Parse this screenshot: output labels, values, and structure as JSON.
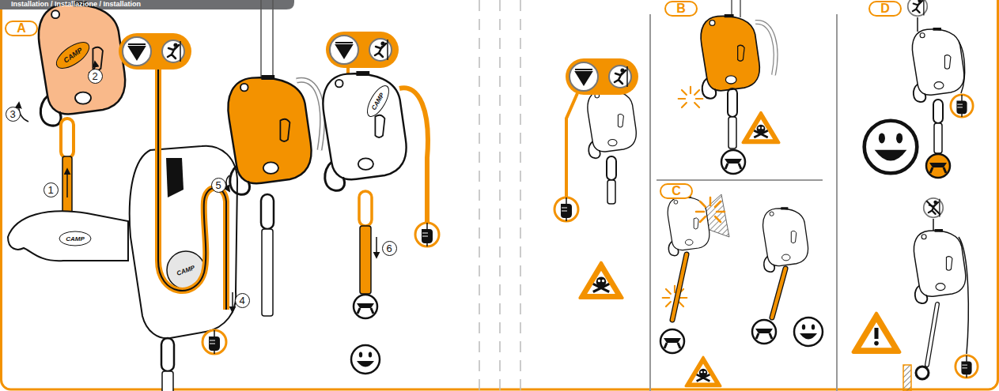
{
  "diagram": {
    "title": "Installation / Installazione / Installation",
    "nodes": [
      {
        "text": [
          "A"
        ]
      },
      {
        "text": [
          "2"
        ]
      },
      {
        "text": [
          "3"
        ]
      },
      {
        "text": [
          "1"
        ]
      },
      {
        "text": [
          "4"
        ]
      },
      {
        "text": [
          "5"
        ]
      },
      {
        "text": [
          "6"
        ]
      },
      {
        "text": [
          "B"
        ]
      },
      {
        "text": [
          "C"
        ]
      },
      {
        "text": [
          "D"
        ]
      }
    ],
    "labels": [
      "CAMP",
      "CAMP",
      "CAMP",
      "CAMP"
    ]
  }
}
